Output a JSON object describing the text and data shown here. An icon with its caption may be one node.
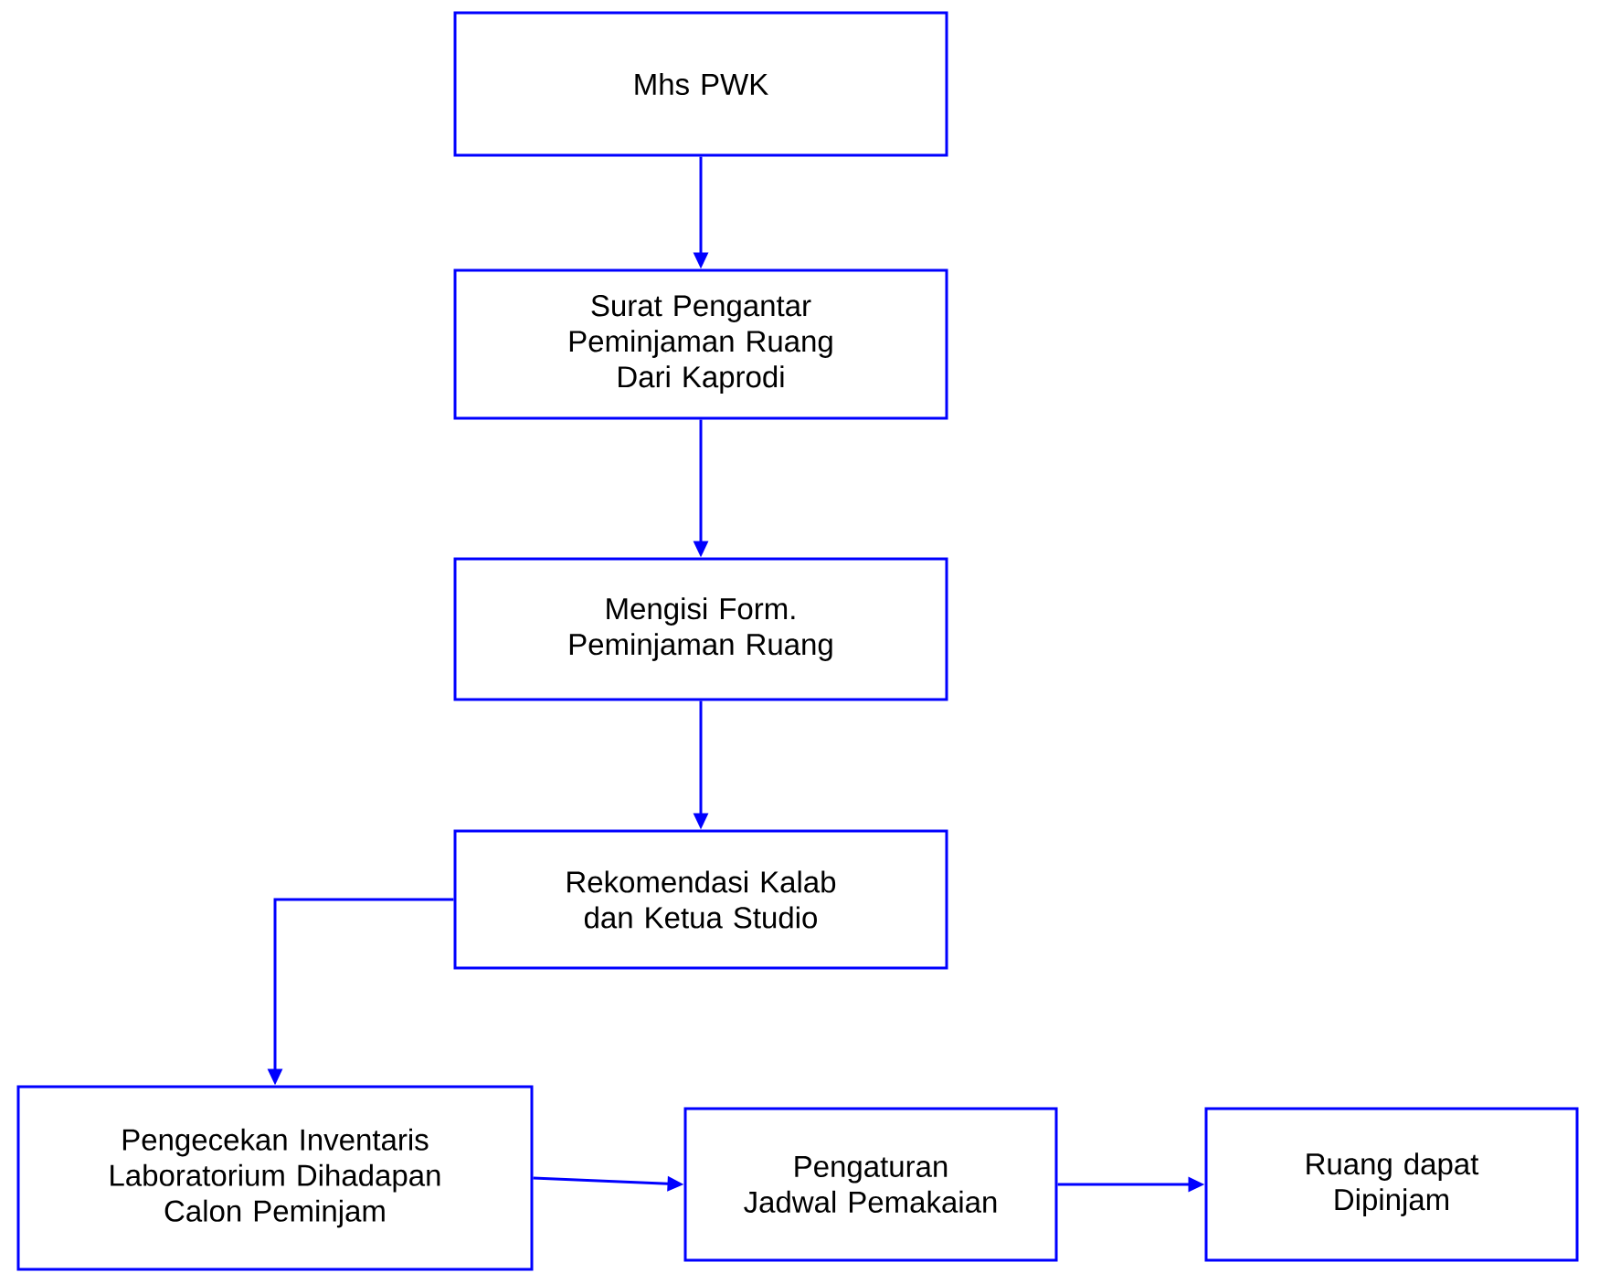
{
  "diagram": {
    "nodes": [
      {
        "text": [
          "Mhs PWK"
        ]
      },
      {
        "text": [
          "Surat Pengantar Peminjaman Ruang Dari Kaprodi"
        ]
      },
      {
        "text": [
          "Mengisi Form. Peminjaman Ruang"
        ]
      },
      {
        "text": [
          "Rekomendasi Kalab dan Ketua Studio"
        ]
      },
      {
        "text": [
          "Pengecekan Inventaris Laboratorium Dihadapan Calon Peminjam"
        ]
      },
      {
        "text": [
          "Pengaturan Jadwal Pemakaian"
        ]
      },
      {
        "text": [
          "Ruang dapat Dipinjam"
        ]
      }
    ],
    "edges": [
      {
        "from": 0,
        "to": 1,
        "arrow": "to"
      },
      {
        "from": 1,
        "to": 2,
        "arrow": "to"
      },
      {
        "from": 2,
        "to": 3,
        "arrow": "to"
      },
      {
        "from": 3,
        "to": 4,
        "arrow": "to"
      },
      {
        "from": 4,
        "to": 5,
        "arrow": "to"
      },
      {
        "from": 5,
        "to": 6,
        "arrow": "to"
      }
    ]
  }
}
